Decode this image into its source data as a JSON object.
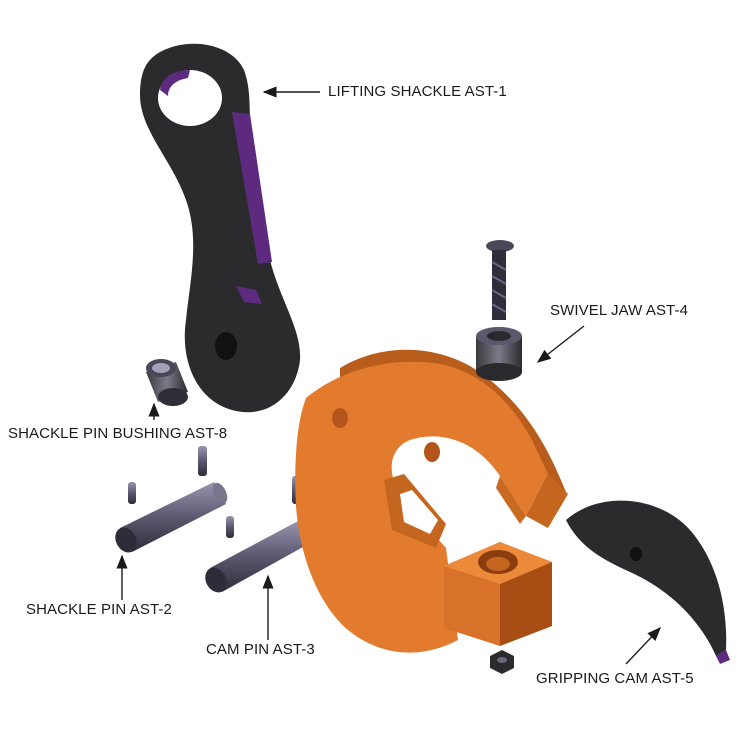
{
  "labels": {
    "lifting_shackle": "LIFTING SHACKLE AST-1",
    "swivel_jaw": "SWIVEL JAW AST-4",
    "shackle_pin_bushing": "SHACKLE PIN BUSHING AST-8",
    "shackle_pin": "SHACKLE PIN AST-2",
    "cam_pin": "CAM PIN AST-3",
    "gripping_cam": "GRIPPING CAM AST-5"
  },
  "colors": {
    "body_orange": "#e07a2c",
    "body_orange_dark": "#b85d1c",
    "dark_part": "#2a2a2c",
    "purple_highlight": "#6a2a8a",
    "pin_steel": "#6b6a7a",
    "label_text": "#1a1a1a"
  }
}
